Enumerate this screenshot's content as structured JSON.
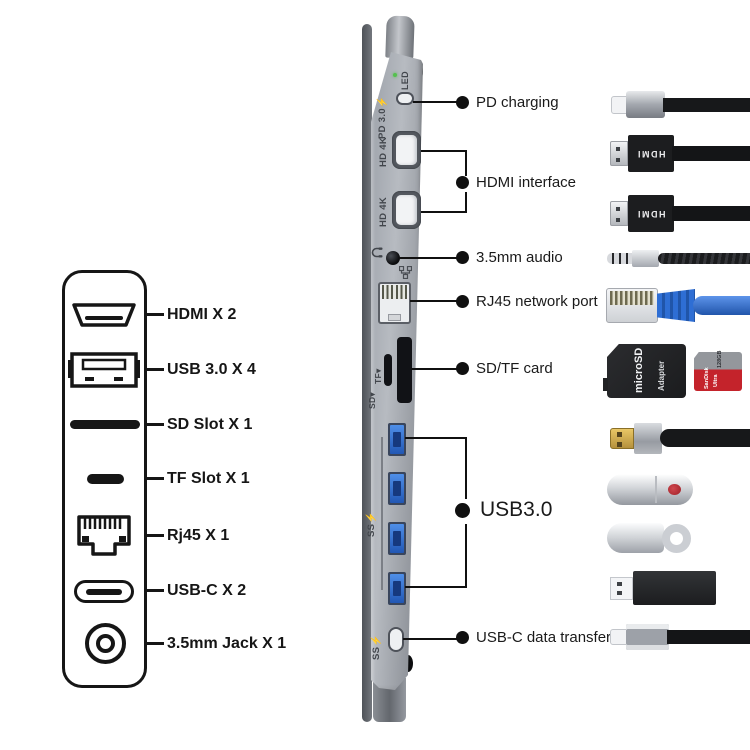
{
  "product_diagram": {
    "legend": {
      "items": [
        {
          "label": "HDMI X 2",
          "icon": "hdmi-port-icon"
        },
        {
          "label": "USB 3.0 X 4",
          "icon": "usb-a-port-icon"
        },
        {
          "label": "SD Slot X 1",
          "icon": "sd-slot-icon"
        },
        {
          "label": "TF Slot X 1",
          "icon": "tf-slot-icon"
        },
        {
          "label": "Rj45 X 1",
          "icon": "rj45-port-icon"
        },
        {
          "label": "USB-C X 2",
          "icon": "usb-c-port-icon"
        },
        {
          "label": "3.5mm Jack X 1",
          "icon": "audio-jack-icon"
        }
      ]
    },
    "hub": {
      "markings": {
        "led": "LED",
        "pd": "PD 3.0⚡",
        "hdmi_1": "HD 4K",
        "hdmi_2": "HD 4K",
        "tf": "TF▾",
        "sd": "SD▾",
        "usb3_ss": "SS⚡",
        "usbc_ss": "SS⚡"
      }
    },
    "annotations": {
      "pd_charging": "PD charging",
      "hdmi_interface": "HDMI interface",
      "audio": "3.5mm audio",
      "rj45": "RJ45 network port",
      "sd_tf": "SD/TF card",
      "usb3": "USB3.0",
      "usbc_data": "USB-C data transfer."
    },
    "accessories": {
      "hdmi_cable_text": "HDMI",
      "sd_adapter_logo": "microSD",
      "sd_adapter_text": "Adapter",
      "microsd_capacity": "128GB",
      "microsd_brand": "SanDisk",
      "microsd_series": "Ultra"
    },
    "colors": {
      "usb3_port_blue": "#2e6fc8",
      "ethernet_blue": "#2e6ed4",
      "microsd_red": "#c4232b",
      "led_green": "#54c14e",
      "hub_body_gray": "#a6aab1",
      "usb_contact_gold": "#d2a845",
      "annotation_black": "#111111"
    }
  }
}
